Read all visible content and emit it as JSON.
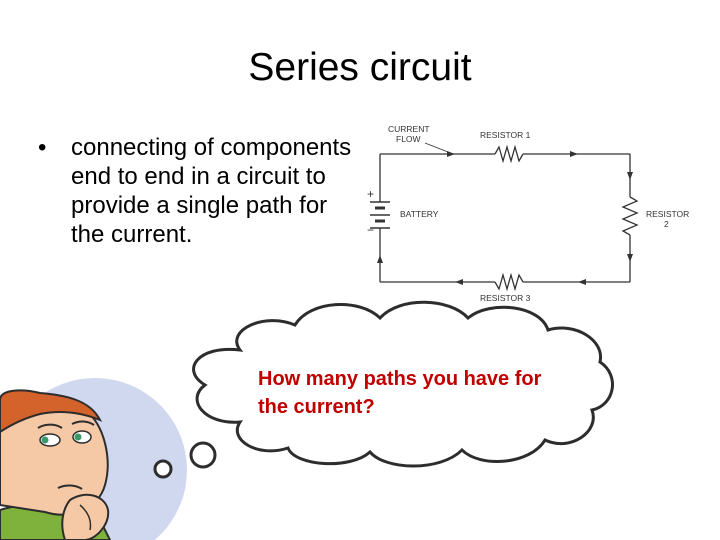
{
  "slide": {
    "title": "Series circuit",
    "bullet_marker": "•",
    "bullet_text": "connecting of components end to end in a circuit to provide a single path for the current.",
    "question": "How many paths you have for the current?"
  },
  "circuit": {
    "current_flow_label_line1": "CURRENT",
    "current_flow_label_line2": "FLOW",
    "resistor1_label": "RESISTOR 1",
    "resistor2_label_line1": "RESISTOR",
    "resistor2_label_line2": "2",
    "resistor3_label": "RESISTOR 3",
    "battery_label": "BATTERY",
    "plus_sign": "+",
    "minus_sign": "−"
  },
  "colors": {
    "question_text": "#c00000",
    "cloud_fill": "#ffffff",
    "cloud_stroke": "#2d2d2d",
    "character_hair": "#d4622b",
    "character_skin": "#f5c9a6",
    "character_shirt": "#7fb23c",
    "background_circle": "#cfd8ee"
  }
}
